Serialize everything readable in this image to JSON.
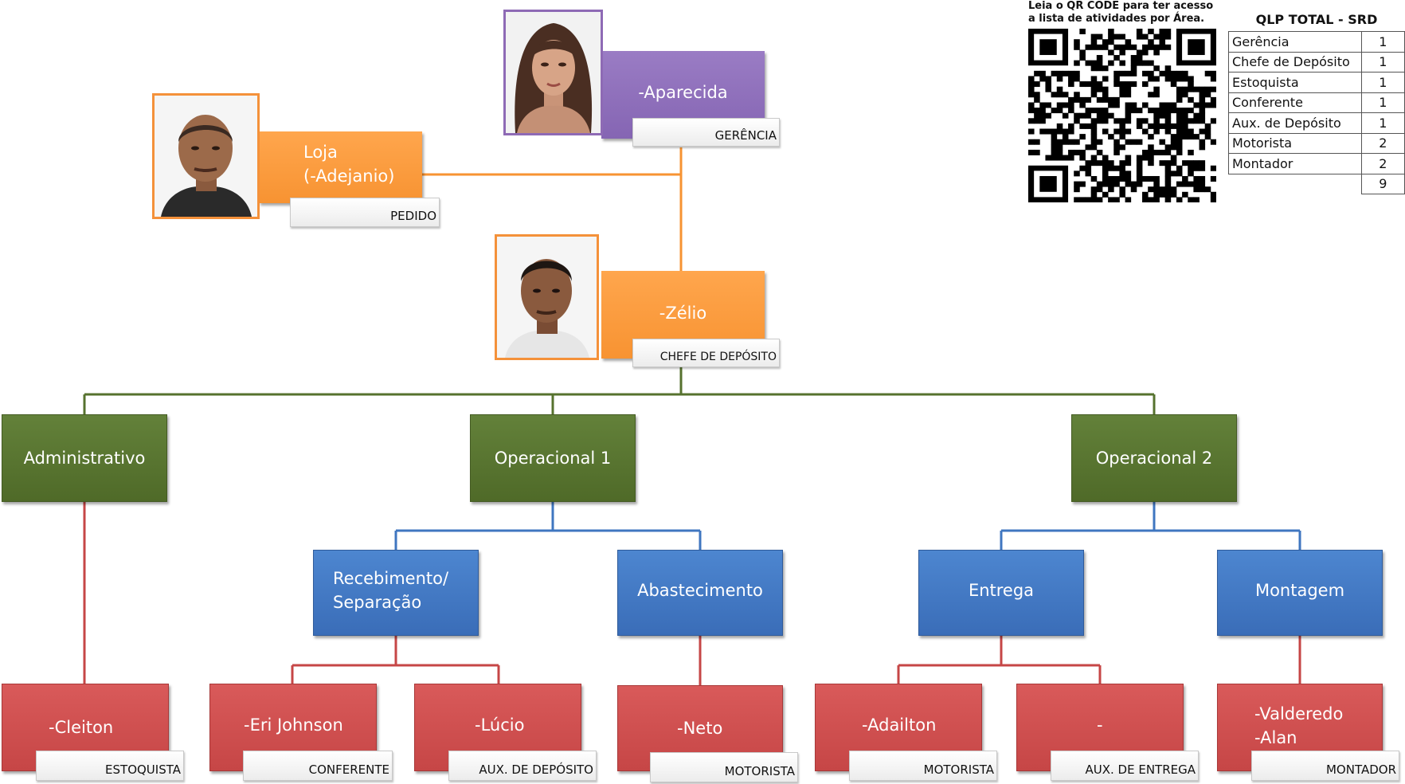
{
  "chart": {
    "management": {
      "name": "-Aparecida",
      "role": "GERÊNCIA"
    },
    "store": {
      "name": "Loja\n(-Adejanio)",
      "role": "PEDIDO"
    },
    "chief": {
      "name": "-Zélio",
      "role": "CHEFE DE DEPÓSITO"
    },
    "areas": {
      "administrativo": "Administrativo",
      "operacional1": "Operacional 1",
      "operacional2": "Operacional 2"
    },
    "subareas": {
      "recebimento": "Recebimento/\nSeparação",
      "abastecimento": "Abastecimento",
      "entrega": "Entrega",
      "montagem": "Montagem"
    },
    "staff": {
      "cleiton": {
        "name": "-Cleiton",
        "role": "ESTOQUISTA"
      },
      "eri": {
        "name": "-Eri Johnson",
        "role": "CONFERENTE"
      },
      "lucio": {
        "name": "-Lúcio",
        "role": "AUX. DE DEPÓSITO"
      },
      "neto": {
        "name": "-Neto",
        "role": "MOTORISTA"
      },
      "adailton": {
        "name": "-Adailton",
        "role": "MOTORISTA"
      },
      "vacant": {
        "name": "-",
        "role": "AUX. DE ENTREGA"
      },
      "valderedo": {
        "name": "-Valderedo\n-Alan",
        "role": "MONTADOR"
      }
    }
  },
  "qr_note": "Leia o QR CODE para ter acesso a lista de atividades por Área.",
  "qlp": {
    "title": "QLP TOTAL - SRD",
    "rows": [
      {
        "label": "Gerência",
        "value": "1"
      },
      {
        "label": "Chefe de Depósito",
        "value": "1"
      },
      {
        "label": "Estoquista",
        "value": "1"
      },
      {
        "label": "Conferente",
        "value": "1"
      },
      {
        "label": "Aux. de Depósito",
        "value": "1"
      },
      {
        "label": "Motorista",
        "value": "2"
      },
      {
        "label": "Montador",
        "value": "2"
      }
    ],
    "total": "9"
  },
  "colors": {
    "green": "#56722e",
    "blue": "#3f76c0",
    "red": "#cf4f4f",
    "orange": "#f79332",
    "purple": "#8f70b9"
  }
}
